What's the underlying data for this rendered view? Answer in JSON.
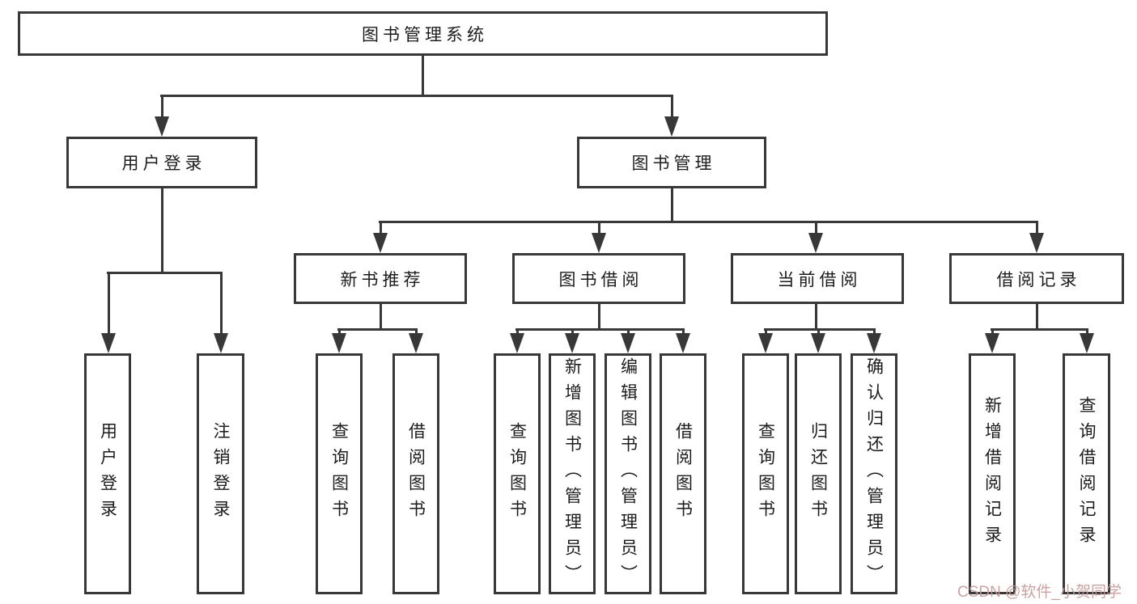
{
  "tree": {
    "root": {
      "label": "图书管理系统"
    },
    "branches": [
      {
        "label": "用户登录",
        "leaves": [
          "用户登录",
          "注销登录"
        ]
      },
      {
        "label": "图书管理",
        "groups": [
          {
            "label": "新书推荐",
            "leaves": [
              "查询图书",
              "借阅图书"
            ]
          },
          {
            "label": "图书借阅",
            "leaves": [
              "查询图书",
              "新增图书（管理员）",
              "编辑图书（管理员）",
              "借阅图书"
            ]
          },
          {
            "label": "当前借阅",
            "leaves": [
              "查询图书",
              "归还图书",
              "确认归还（管理员）"
            ]
          },
          {
            "label": "借阅记录",
            "leaves": [
              "新增借阅记录",
              "查询借阅记录"
            ]
          }
        ]
      }
    ]
  },
  "watermark": {
    "text": "CSDN @软件_小贺同学"
  },
  "colors": {
    "line": "#383838",
    "text": "#1c1c1c",
    "background": "#ffffff",
    "watermark": "#c69c9c"
  }
}
